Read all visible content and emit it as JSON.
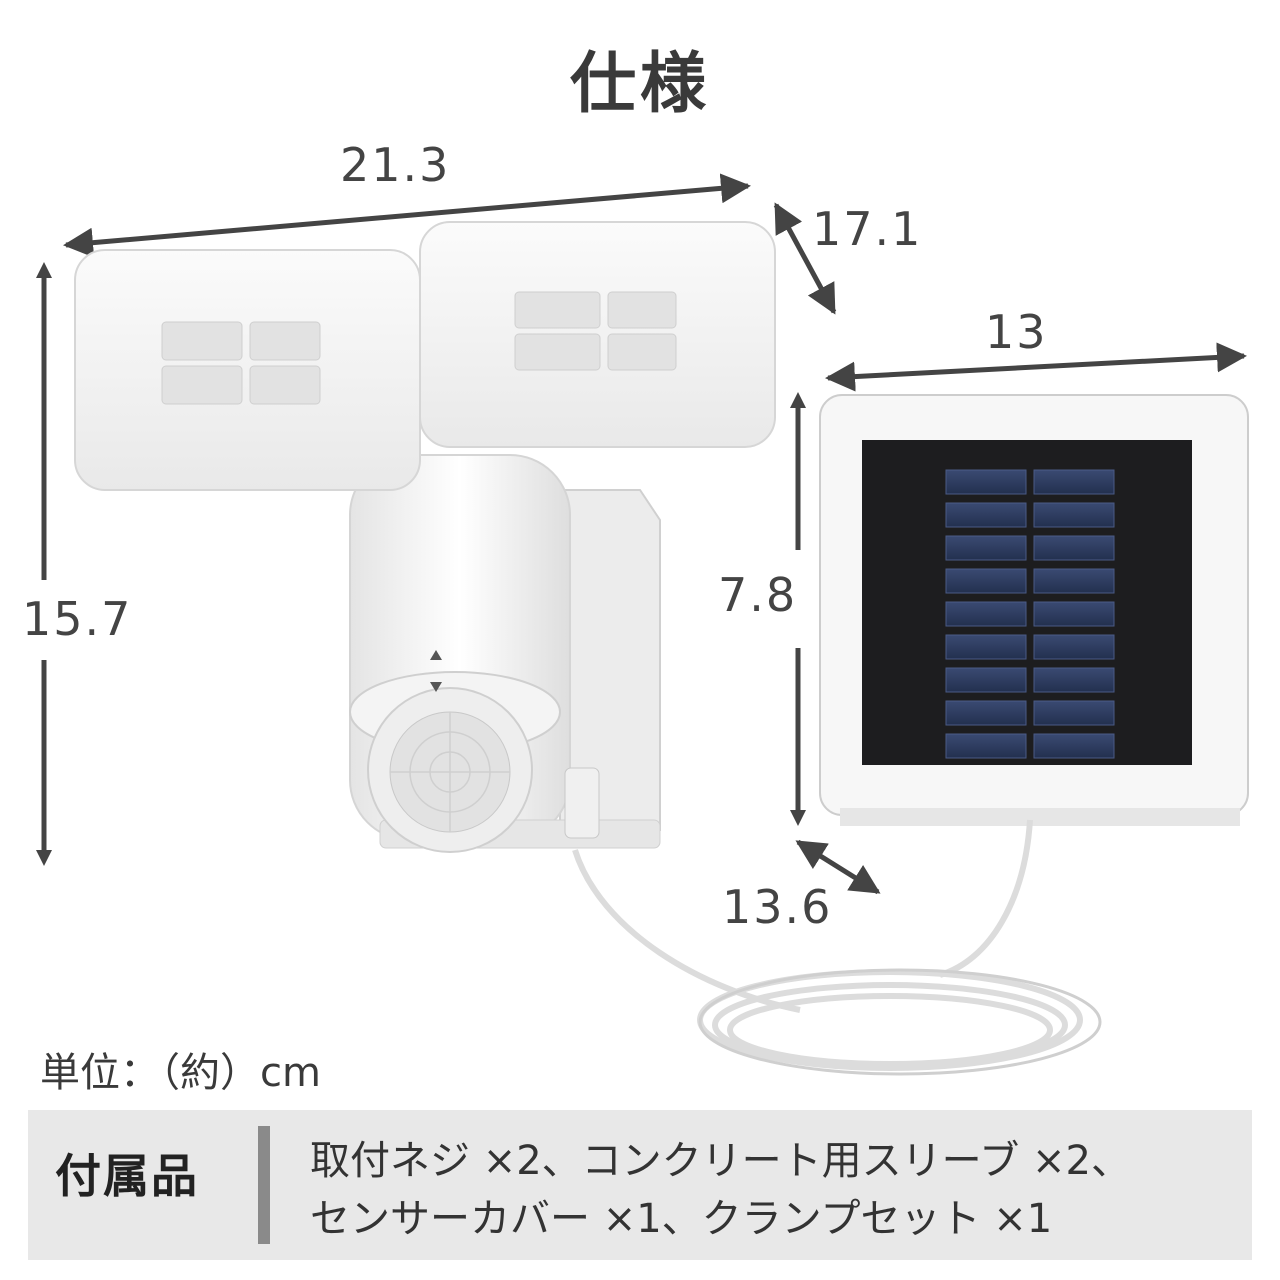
{
  "title": "仕様",
  "dimensions": {
    "light_width": "21.3",
    "light_depth": "17.1",
    "light_height": "15.7",
    "panel_width": "13",
    "panel_height": "7.8",
    "panel_depth": "13.6"
  },
  "unit_label": "単位：（約）cm",
  "accessories": {
    "heading": "付属品",
    "line1": "取付ネジ ×2、コンクリート用スリーブ ×2、",
    "line2": "センサーカバー ×1、クランプセット ×1"
  },
  "colors": {
    "text": "#333333",
    "band": "#e8e8e8",
    "divider": "#8a8a8a",
    "solar_cell": "#2c3a5e"
  },
  "icons": [
    "led-floodlight-illustration",
    "solar-panel-illustration",
    "cable-illustration"
  ]
}
